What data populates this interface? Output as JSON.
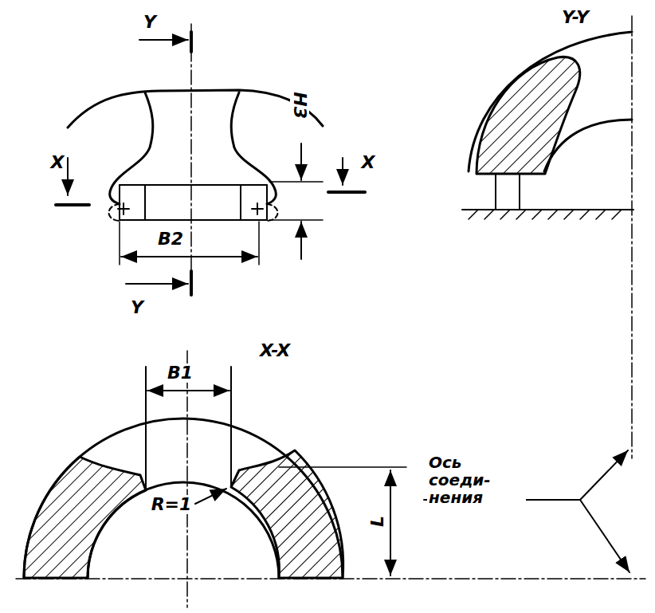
{
  "diagram": {
    "labels": [
      "Y",
      "Y",
      "X",
      "X",
      "H3",
      "B2",
      "Y-Y",
      "X-X",
      "B1",
      "R=1",
      "L",
      "Ось соеди- нения"
    ]
  }
}
